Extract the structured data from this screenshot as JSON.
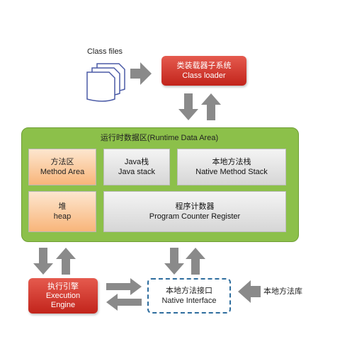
{
  "class_files": {
    "label": "Class files"
  },
  "class_loader": {
    "label_cn": "类装载器子系统",
    "label_en": "Class loader"
  },
  "runtime": {
    "title": "运行时数据区(Runtime Data Area)",
    "method_area": {
      "cn": "方法区",
      "en": "Method Area"
    },
    "java_stack": {
      "cn": "Java栈",
      "en": "Java stack"
    },
    "native_method_stack": {
      "cn": "本地方法栈",
      "en": "Native Method Stack"
    },
    "heap": {
      "cn": "堆",
      "en": "heap"
    },
    "pc_register": {
      "cn": "程序计数器",
      "en": "Program Counter Register"
    }
  },
  "execution_engine": {
    "label_cn": "执行引擎",
    "label_en1": "Execution",
    "label_en2": "Engine"
  },
  "native_interface": {
    "label_cn": "本地方法接口",
    "label_en": "Native Interface"
  },
  "native_library": {
    "label": "本地方法库"
  },
  "colors": {
    "runtime_green": "#8cc04a",
    "loader_red": "#c9302c",
    "arrow_grey": "#8a8a8a",
    "area_orange": "#f8b57a",
    "dashed_blue": "#2e6d9e"
  }
}
